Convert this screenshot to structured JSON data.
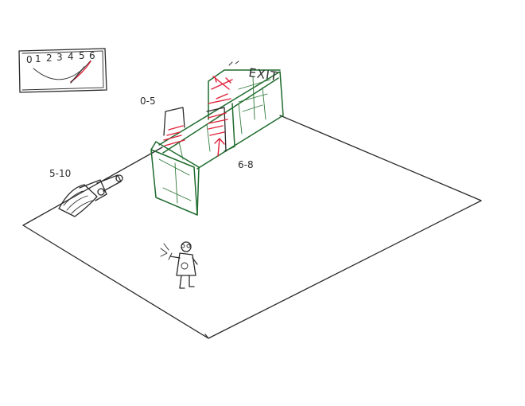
{
  "gauge": {
    "scale": [
      "0",
      "1",
      "2",
      "3",
      "4",
      "5",
      "6"
    ]
  },
  "labels": {
    "door_left_range": "0-5",
    "door_right_range": "6-8",
    "cannon_range": "5-10",
    "exit_sign": "EXIT"
  },
  "colors": {
    "ink": "#2a2a2a",
    "wall": "#1f6b2e",
    "laser": "#e0203a"
  }
}
